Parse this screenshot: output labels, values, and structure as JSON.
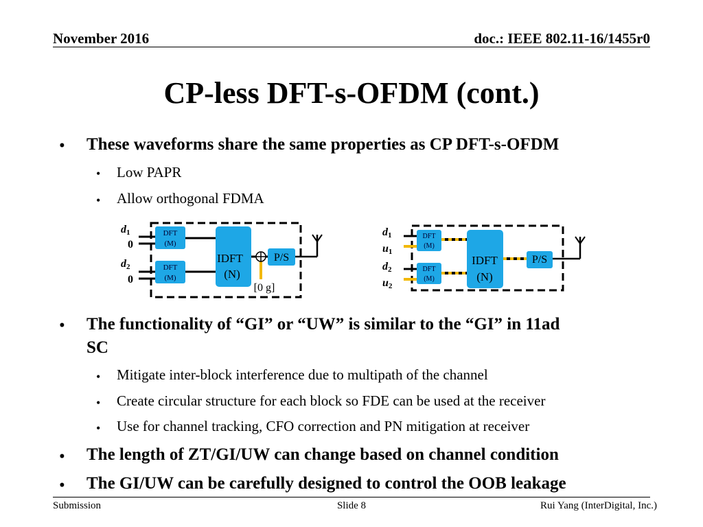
{
  "header": {
    "date": "November 2016",
    "doc": "doc.: IEEE 802.11-16/1455r0"
  },
  "title": "CP-less DFT-s-OFDM (cont.)",
  "section1": {
    "bullet": "These waveforms share the same properties as CP DFT-s-OFDM",
    "sub": [
      "Low PAPR",
      "Allow orthogonal FDMA"
    ]
  },
  "diagram_left": {
    "in1": "d",
    "in1_sub": "1",
    "zero1": "0",
    "in2": "d",
    "in2_sub": "2",
    "zero2": "0",
    "dft": "DFT",
    "dft_m": "(M)",
    "idft": "IDFT",
    "idft_n": "(N)",
    "ps": "P/S",
    "gi": "[0 g]"
  },
  "diagram_right": {
    "in1": "d",
    "in1_sub": "1",
    "in1b": "u",
    "in1b_sub": "1",
    "in2": "d",
    "in2_sub": "2",
    "in2b": "u",
    "in2b_sub": "2",
    "dft": "DFT",
    "dft_m": "(M)",
    "idft": "IDFT",
    "idft_n": "(N)",
    "ps": "P/S"
  },
  "section2": {
    "bullet_line1": "The functionality of “GI” or “UW” is similar to the “GI” in 11ad",
    "bullet_line2": "SC",
    "sub": [
      "Mitigate inter-block interference due to multipath of the channel",
      "Create circular structure for each block so FDE can be used at the receiver",
      "Use for channel tracking, CFO correction and PN mitigation at receiver"
    ],
    "bullet2": "The length of ZT/GI/UW can change based on channel condition",
    "bullet3": "The GI/UW can be carefully designed to control the OOB leakage"
  },
  "footer": {
    "left": "Submission",
    "center": "Slide 8",
    "right": "Rui Yang (InterDigital, Inc.)"
  },
  "colors": {
    "block": "#1ea7e6",
    "gold": "#f2b800",
    "line": "#000000"
  }
}
